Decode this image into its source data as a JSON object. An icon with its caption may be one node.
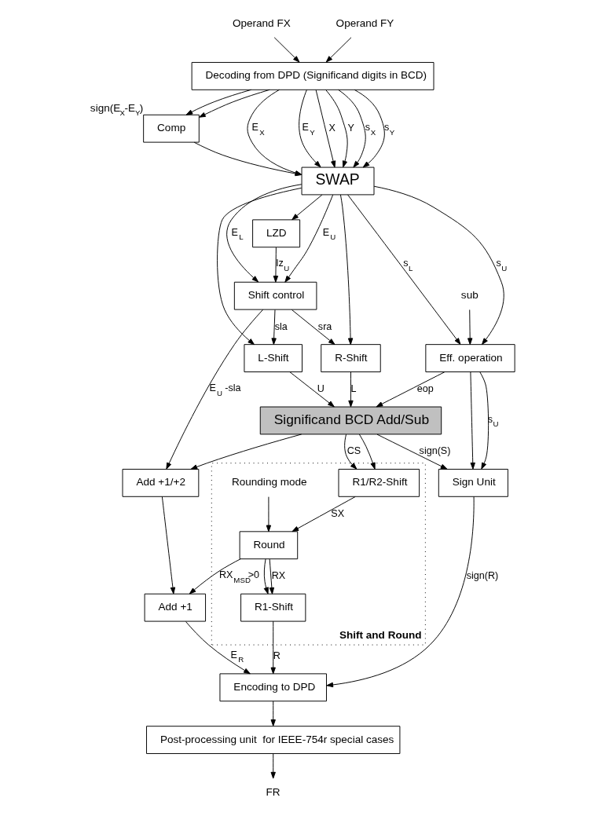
{
  "diagram": {
    "nodes": [
      {
        "text": [
          "Operand FX"
        ]
      },
      {
        "text": [
          "Operand FY"
        ]
      },
      {
        "text": [
          "Decoding from DPD (Significand digits in BCD)"
        ]
      },
      {
        "text": [
          "Comp"
        ],
        "beside": [
          "sign(E$_{X}$-E$_{Y}$)"
        ]
      },
      {
        "text": [
          "SWAP"
        ]
      },
      {
        "text": [
          "LZD"
        ]
      },
      {
        "text": [
          "Shift control"
        ]
      },
      {
        "text": [
          "L-Shift"
        ]
      },
      {
        "text": [
          "R-Shift"
        ]
      },
      {
        "text": [
          "Eff. operation"
        ]
      },
      {
        "text": [
          "sub"
        ]
      },
      {
        "text": [
          "Significand BCD Add/Sub"
        ]
      },
      {
        "text": [
          "Sign Unit"
        ]
      },
      {
        "text": [
          "Add +1/+2"
        ]
      },
      {
        "text": [
          "Shift and Round"
        ]
      },
      {
        "text": [
          "R1/R2-Shift"
        ],
        "in": 14
      },
      {
        "text": [
          "Round"
        ],
        "in": 14
      },
      {
        "text": [
          "Rounding mode"
        ],
        "in": 14
      },
      {
        "text": [
          "R1-Shift"
        ],
        "in": 14
      },
      {
        "text": [
          "Add +1"
        ]
      },
      {
        "text": [
          "Encoding to DPD"
        ]
      },
      {
        "text": [
          "Post-processing unit  for IEEE-754r special cases"
        ]
      },
      {
        "text": [
          "FR"
        ]
      }
    ],
    "edges": [
      {
        "from": 0,
        "to": 2,
        "arrow": "to"
      },
      {
        "from": 1,
        "to": 2,
        "arrow": "to"
      },
      {
        "from": 2,
        "to": 4,
        "arrow": "to",
        "label": "E$_{X}$"
      },
      {
        "from": 2,
        "to": 3,
        "arrow": "to"
      },
      {
        "from": 2,
        "to": 4,
        "arrow": "to",
        "label": "E$_{Y}$"
      },
      {
        "from": 2,
        "to": 3,
        "arrow": "to"
      },
      {
        "from": 2,
        "to": 4,
        "arrow": "to",
        "label": "X"
      },
      {
        "from": 2,
        "to": 4,
        "arrow": "to",
        "label": "Y"
      },
      {
        "from": 2,
        "to": 4,
        "arrow": "to",
        "label": "s$_{X}$"
      },
      {
        "from": 2,
        "to": 4,
        "arrow": "to",
        "label": "s$_{Y}$"
      },
      {
        "from": 3,
        "to": 4,
        "arrow": "to"
      },
      {
        "from": 4,
        "to": 6,
        "arrow": "to",
        "label": "E$_{U}$"
      },
      {
        "from": 4,
        "to": 6,
        "arrow": "to",
        "label": "E$_{L}$"
      },
      {
        "from": 4,
        "to": 5,
        "arrow": "to"
      },
      {
        "from": 4,
        "to": 7,
        "arrow": "to"
      },
      {
        "from": 4,
        "to": 8,
        "arrow": "to"
      },
      {
        "from": 4,
        "to": 9,
        "arrow": "to",
        "label": "s$_{U}$"
      },
      {
        "from": 4,
        "to": 9,
        "arrow": "to",
        "label": "s$_{L}$"
      },
      {
        "from": 5,
        "to": 6,
        "arrow": "to",
        "label": "lz$_{U}$"
      },
      {
        "from": 6,
        "to": 7,
        "arrow": "to",
        "label": "sla"
      },
      {
        "from": 6,
        "to": 8,
        "arrow": "to",
        "label": "sra"
      },
      {
        "from": 10,
        "to": 9,
        "arrow": "to"
      },
      {
        "from": 7,
        "to": 11,
        "arrow": "to",
        "label": "U"
      },
      {
        "from": 8,
        "to": 11,
        "arrow": "to",
        "label": "L"
      },
      {
        "from": 9,
        "to": 11,
        "arrow": "to",
        "label": "eop"
      },
      {
        "from": 9,
        "to": 12,
        "arrow": "to"
      },
      {
        "from": 9,
        "to": 12,
        "arrow": "to",
        "label": "s$_{U}$"
      },
      {
        "from": 6,
        "to": 13,
        "arrow": "to",
        "label": "E$_{U}$ -sla"
      },
      {
        "from": 11,
        "to": 13,
        "arrow": "to"
      },
      {
        "from": 11,
        "to": 15,
        "arrow": "to"
      },
      {
        "from": 11,
        "to": 15,
        "arrow": "to",
        "label": "CS"
      },
      {
        "from": 11,
        "to": 12,
        "arrow": "to",
        "label": "sign(S)"
      },
      {
        "from": 15,
        "to": 16,
        "arrow": "to",
        "label": "SX"
      },
      {
        "from": 16,
        "to": 19,
        "arrow": "to",
        "label": "RX$_{MSD}$>0"
      },
      {
        "from": 16,
        "to": 18,
        "arrow": "to"
      },
      {
        "from": 16,
        "to": 18,
        "arrow": "to",
        "label": "RX"
      },
      {
        "from": 17,
        "to": 16,
        "arrow": "to"
      },
      {
        "from": 13,
        "to": 19,
        "arrow": "to"
      },
      {
        "from": 19,
        "to": 20,
        "arrow": "to",
        "label": "E$_{R}$"
      },
      {
        "from": 18,
        "to": 20,
        "arrow": "to",
        "label": "R"
      },
      {
        "from": 12,
        "to": 20,
        "arrow": "to",
        "label": "sign(R)"
      },
      {
        "from": 20,
        "to": 21,
        "arrow": "to"
      },
      {
        "from": 21,
        "to": 22,
        "arrow": "to"
      }
    ]
  }
}
